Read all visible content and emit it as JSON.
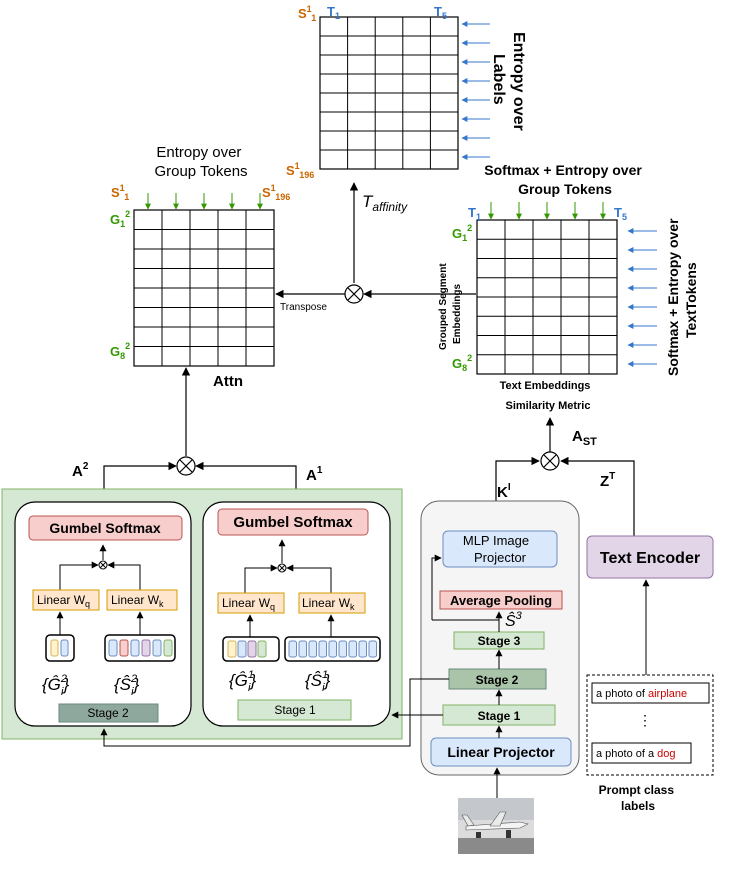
{
  "top_matrix": {
    "corner_label": "S",
    "corner_sup": "1",
    "corner_sub": "1",
    "col_first": "T",
    "col_first_sub": "1",
    "col_last": "T",
    "col_last_sub": "5",
    "row_last": "S",
    "row_last_sup": "1",
    "row_last_sub": "196",
    "side_title_1": "Entropy over",
    "side_title_2": "Labels",
    "affinity_label": "T",
    "affinity_sub": "affinity"
  },
  "left_matrix": {
    "title_1": "Entropy over",
    "title_2": "Group Tokens",
    "col_first": "S",
    "col_first_sup": "1",
    "col_first_sub": "1",
    "col_last": "S",
    "col_last_sup": "1",
    "col_last_sub": "196",
    "row_first": "G",
    "row_first_sub": "1",
    "row_first_sup": "2",
    "row_last": "G",
    "row_last_sub": "8",
    "row_last_sup": "2",
    "below_label": "Attn",
    "transpose_label": "Transpose"
  },
  "right_matrix": {
    "title_1": "Softmax + Entropy over",
    "title_2": "Group Tokens",
    "col_first": "T",
    "col_first_sub": "1",
    "col_last": "T",
    "col_last_sub": "5",
    "row_first": "G",
    "row_first_sub": "1",
    "row_first_sup": "2",
    "row_last": "G",
    "row_last_sub": "8",
    "row_last_sup": "2",
    "left_axis_1": "Grouped Segment",
    "left_axis_2": "Embeddings",
    "bottom_axis": "Text Embeddings",
    "side_title_1": "Softmax + Entropy over",
    "side_title_2": "TextTokens",
    "similarity": "Similarity Metric"
  },
  "labels": {
    "a_st": "A",
    "a_st_sub": "ST",
    "a2": "A",
    "a2_sup": "2",
    "a1": "A",
    "a1_sup": "1",
    "ki": "K",
    "ki_sup": "I",
    "zt": "Z",
    "zt_sup": "T"
  },
  "group_block_2": {
    "softmax": "Gumbel Softmax",
    "wq": "Linear  W",
    "wq_sub": "q",
    "wk": "Linear  W",
    "wk_sub": "k",
    "g_label": "{Ĝ",
    "g_sup": "2",
    "g_sub": "i",
    "s_label": "{Ŝ",
    "s_sup": "2",
    "s_sub": "i",
    "close": "}",
    "stage": "Stage 2"
  },
  "group_block_1": {
    "softmax": "Gumbel Softmax",
    "wq": "Linear  W",
    "wq_sub": "q",
    "wk": "Linear  W",
    "wk_sub": "k",
    "g_label": "{Ĝ",
    "g_sup": "1",
    "g_sub": "i",
    "s_label": "{Ŝ",
    "s_sup": "1",
    "s_sub": "i",
    "close": "}",
    "stage": "Stage 1"
  },
  "image_encoder": {
    "mlp_1": "MLP Image",
    "mlp_2": "Projector",
    "avg_pool": "Average Pooling",
    "s3": "Ŝ",
    "s3_sup": "3",
    "stage3": "Stage 3",
    "stage2": "Stage 2",
    "stage1": "Stage 1",
    "linear_projector": "Linear Projector"
  },
  "text_encoder": {
    "label": "Text Encoder",
    "prompt1_prefix": "a photo of ",
    "prompt1_class": "airplane",
    "prompt2_prefix": "a photo of a ",
    "prompt2_class": "dog",
    "dots": "⋮",
    "caption_1": "Prompt class",
    "caption_2": "labels"
  },
  "colors": {
    "orange": "#cc6600",
    "green": "#339900",
    "blue": "#3377cc",
    "class_red": "#cc0000",
    "gumbel_fill": "#f8cecc",
    "linear_fill": "#ffe6cc",
    "stage_fill": "#d5e8d4",
    "outer_green": "#d5e8d4",
    "proj_blue": "#dae8fc",
    "text_enc": "#e1d5e7"
  }
}
